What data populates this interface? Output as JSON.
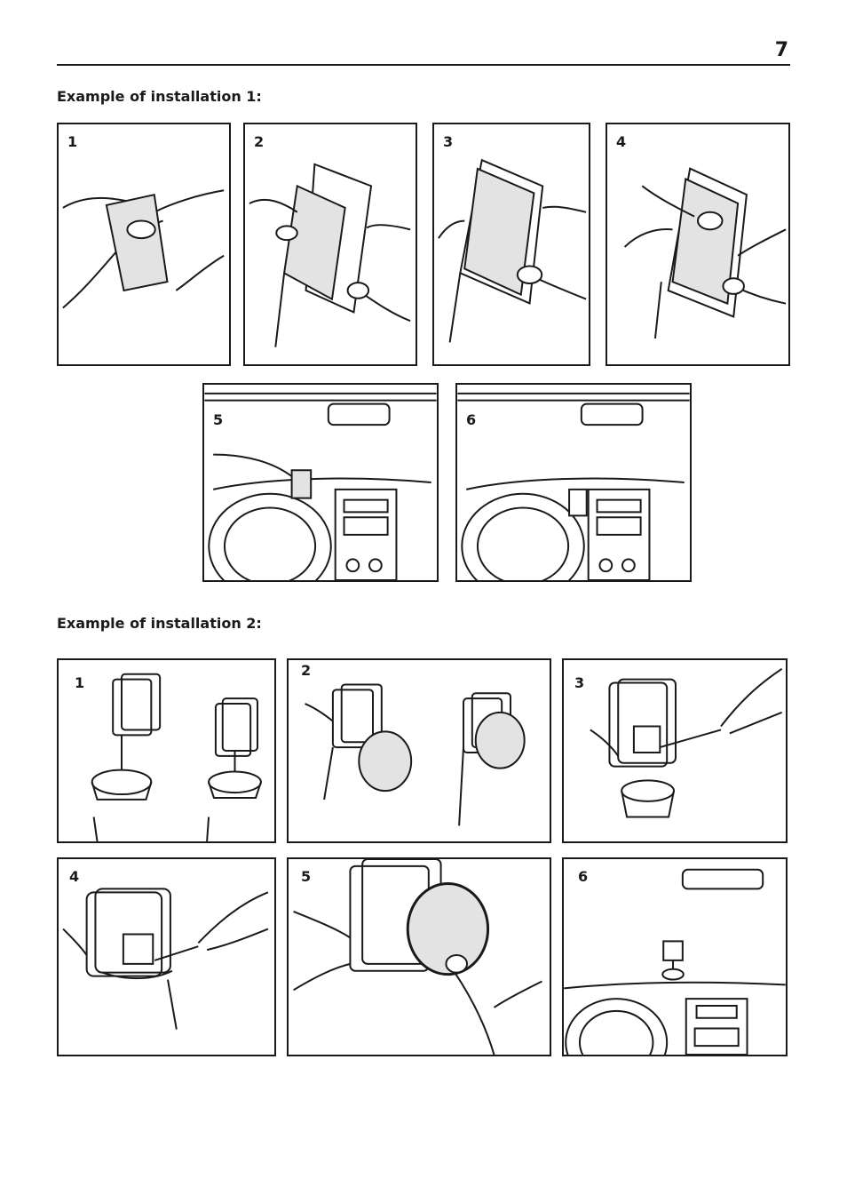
{
  "page": {
    "number": "7"
  },
  "installation_1": {
    "heading": "Example of installation 1:",
    "steps": [
      "1",
      "2",
      "3",
      "4",
      "5",
      "6"
    ]
  },
  "installation_2": {
    "heading": "Example of installation 2:",
    "steps": [
      "1",
      "2",
      "3",
      "4",
      "5",
      "6"
    ]
  },
  "colors": {
    "line": "#1a1a1a",
    "fill_grey": "#e3e3e3"
  }
}
